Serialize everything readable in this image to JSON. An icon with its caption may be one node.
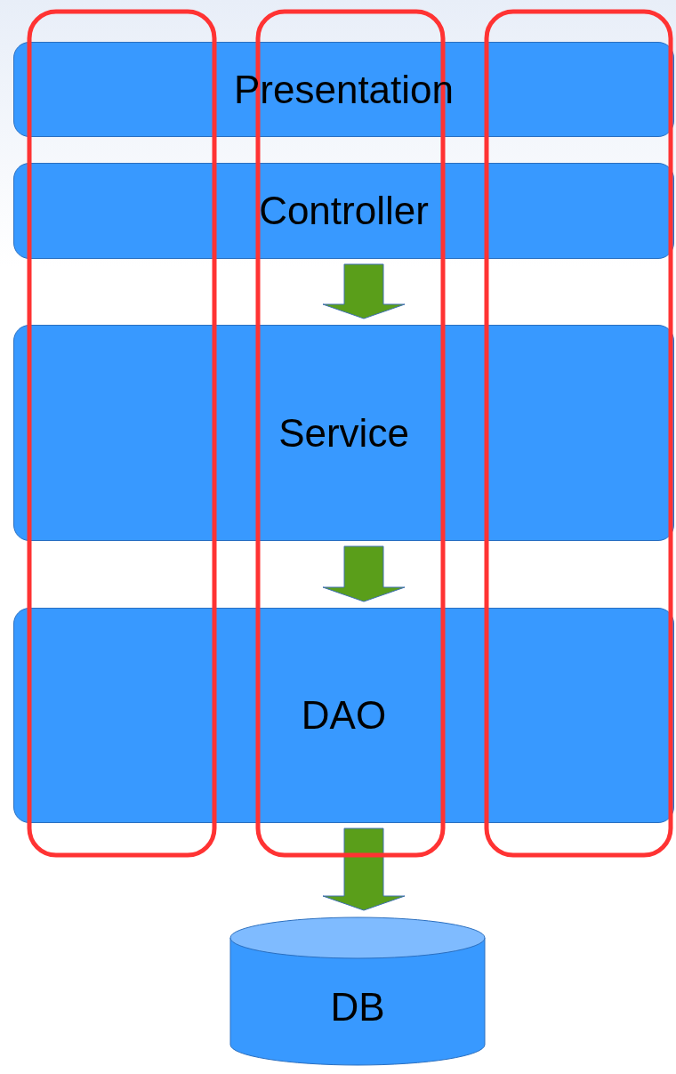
{
  "diagram": {
    "nodes": [
      {
        "text": [
          "Presentation"
        ]
      },
      {
        "text": [
          "Controller"
        ]
      },
      {
        "text": [
          "Service"
        ]
      },
      {
        "text": [
          "DAO"
        ]
      },
      {
        "text": [
          "DB"
        ]
      },
      {
        "text": [],
        "shape": "box"
      },
      {
        "text": [],
        "shape": "box"
      },
      {
        "text": [],
        "shape": "box"
      }
    ],
    "edges": [
      {
        "from": 1,
        "to": 2,
        "arrow": "to"
      },
      {
        "from": 2,
        "to": 3,
        "arrow": "to"
      },
      {
        "from": 3,
        "to": 4,
        "arrow": "to"
      }
    ]
  }
}
